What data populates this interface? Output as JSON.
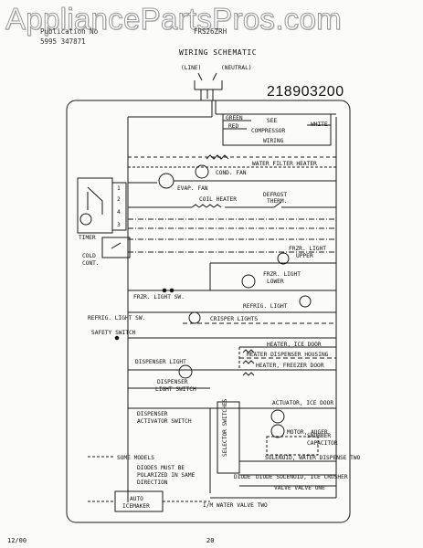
{
  "watermark": "AppliancePartsPros.com",
  "header": {
    "line1": "Publication No",
    "line2": "5995 347871",
    "model": "FRS26ZRH",
    "title": "WIRING SCHEMATIC",
    "part_number": "218903200"
  },
  "power": {
    "line": "(LINE)",
    "neutral": "(NEUTRAL)"
  },
  "compressor_box": {
    "green": "GREEN",
    "red": "RED",
    "see": "SEE",
    "compressor": "COMPRESSOR",
    "wiring": "WIRING",
    "white": "WHITE"
  },
  "components": {
    "water_filter_heater": "WATER FILTER HEATER",
    "cond_fan": "COND. FAN",
    "evap_fan": "EVAP. FAN",
    "coil_heater": "COIL HEATER",
    "defrost_therm_1": "DEFROST",
    "defrost_therm_2": "THERM.",
    "timer": "TIMER",
    "cold_cont_1": "COLD",
    "cold_cont_2": "CONT.",
    "frzr_light_upper_1": "FRZR. LIGHT",
    "frzr_light_upper_2": "UPPER",
    "frzr_light_lower_1": "FRZR. LIGHT",
    "frzr_light_lower_2": "LOWER",
    "frzr_light_sw": "FRZR. LIGHT SW.",
    "refrig_light": "REFRIG. LIGHT",
    "crisper_lights": "CRISPER LIGHTS",
    "refrig_light_sw": "REFRIG. LIGHT SW.",
    "safety_switch": "SAFETY SWITCH",
    "heater_ice_door": "HEATER, ICE DOOR",
    "heater_dispenser_housing": "HEATER DISPENSER HOUSING",
    "heater_freezer_door": "HEATER, FREEZER DOOR",
    "dispenser_light": "DISPENSER LIGHT",
    "dispenser_light_switch_1": "DISPENSER",
    "dispenser_light_switch_2": "LIGHT SWITCH",
    "dispenser_activator_1": "DISPENSER",
    "dispenser_activator_2": "ACTIVATOR SWITCH",
    "selector_switches": "SELECTOR SWITCHES",
    "actuator_ice_door": "ACTUATOR, ICE DOOR",
    "motor_auger": "MOTOR, AUGER",
    "snubber_capacitor_1": "SNUBBER",
    "snubber_capacitor_2": "CAPACITOR",
    "solenoid_water_dispense": "SOLENOID, WATER DISPENSE TWO",
    "diode": "DIODE",
    "diode_solenoid": "DIODE SOLENOID, ICE CRUSHER",
    "valve_one": "VALVE VALVE ONE",
    "auto_icemaker_1": "AUTO",
    "auto_icemaker_2": "ICEMAKER",
    "im_water_valve": "I/M WATER VALVE TWO"
  },
  "notes": {
    "some_models": "SOME MODELS",
    "diodes_1": "DIODES MUST BE",
    "diodes_2": "POLARIZED IN SAME",
    "diodes_3": "DIRECTION"
  },
  "timer_terminals": [
    "1",
    "2",
    "4",
    "3"
  ],
  "footer": {
    "date": "12/00",
    "page": "20"
  }
}
